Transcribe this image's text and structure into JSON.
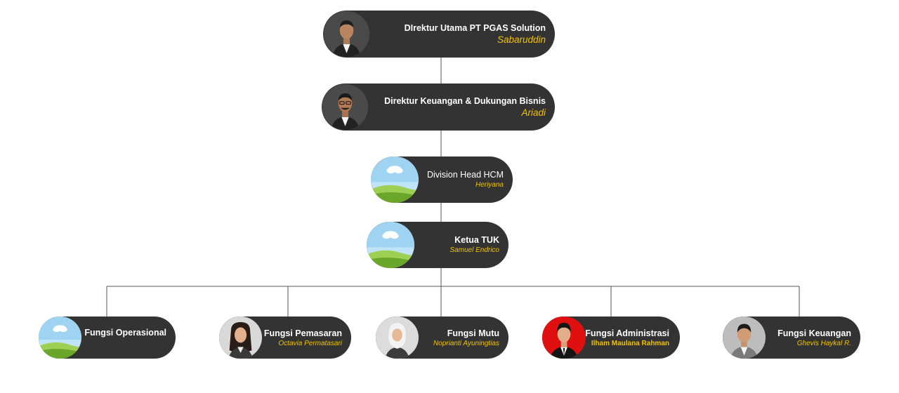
{
  "nodes": {
    "direktur_utama": {
      "title": "DIrektur Utama PT PGAS Solution",
      "name": "Sabaruddin",
      "photo": "man-portrait"
    },
    "direktur_keuangan": {
      "title": "Direktur Keuangan & Dukungan Bisnis",
      "name": "Ariadi",
      "photo": "man-glasses-portrait"
    },
    "division_head_hcm": {
      "title": "Division Head HCM",
      "name": "Heriyana",
      "photo": "placeholder-landscape"
    },
    "ketua_tuk": {
      "title": "Ketua TUK",
      "name": "Samuel Endrico",
      "photo": "placeholder-landscape"
    },
    "fungsi_operasional": {
      "title": "Fungsi Operasional",
      "name": "",
      "photo": "placeholder-landscape"
    },
    "fungsi_pemasaran": {
      "title": "Fungsi Pemasaran",
      "name": "Octavia Permatasari",
      "photo": "woman-portrait"
    },
    "fungsi_mutu": {
      "title": "Fungsi Mutu",
      "name": "Noprianti Ayuningtias",
      "photo": "woman-hijab-portrait"
    },
    "fungsi_administrasi": {
      "title": "Fungsi Administrasi",
      "name": "Ilham Maulana Rahman",
      "photo": "man-red-background-portrait"
    },
    "fungsi_keuangan": {
      "title": "Fungsi Keuangan",
      "name": "Ghevis Haykal R.",
      "photo": "man-portrait"
    }
  },
  "colors": {
    "node_bg": "#333333",
    "title_text": "#ffffff",
    "name_text": "#f2c200",
    "connector": "#555555",
    "admin_photo_bg": "#e01010"
  }
}
